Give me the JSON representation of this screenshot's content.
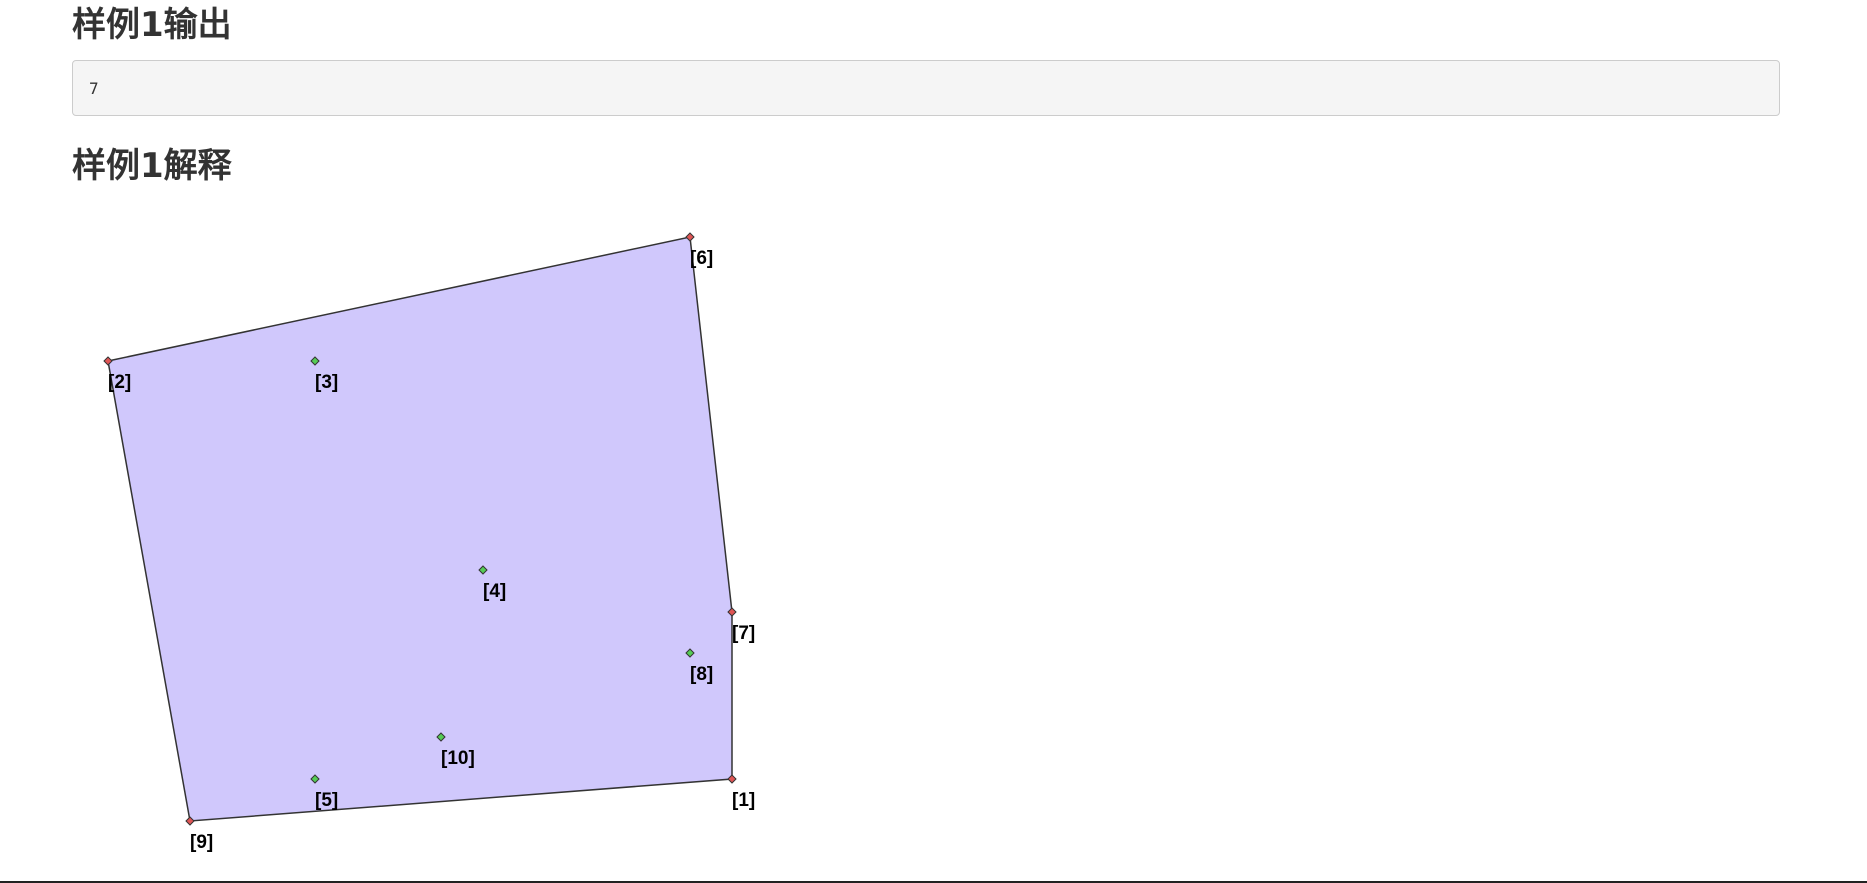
{
  "sections": {
    "output_title": "样例1输出",
    "output_value": "7",
    "explain_title": "样例1解释"
  },
  "figure": {
    "hull_fill": "#d0c8fc",
    "hull_stroke": "#333333",
    "hull_vertex_color": "#e05555",
    "interior_point_color": "#55cc55",
    "hull_order": [
      "[6]",
      "[7]",
      "[1]",
      "[9]",
      "[2]"
    ],
    "points": [
      {
        "label": "[1]",
        "on_hull": true
      },
      {
        "label": "[2]",
        "on_hull": true
      },
      {
        "label": "[3]",
        "on_hull": false
      },
      {
        "label": "[4]",
        "on_hull": false
      },
      {
        "label": "[5]",
        "on_hull": false
      },
      {
        "label": "[6]",
        "on_hull": true
      },
      {
        "label": "[7]",
        "on_hull": true
      },
      {
        "label": "[8]",
        "on_hull": false
      },
      {
        "label": "[9]",
        "on_hull": true
      },
      {
        "label": "[10]",
        "on_hull": false
      }
    ]
  }
}
